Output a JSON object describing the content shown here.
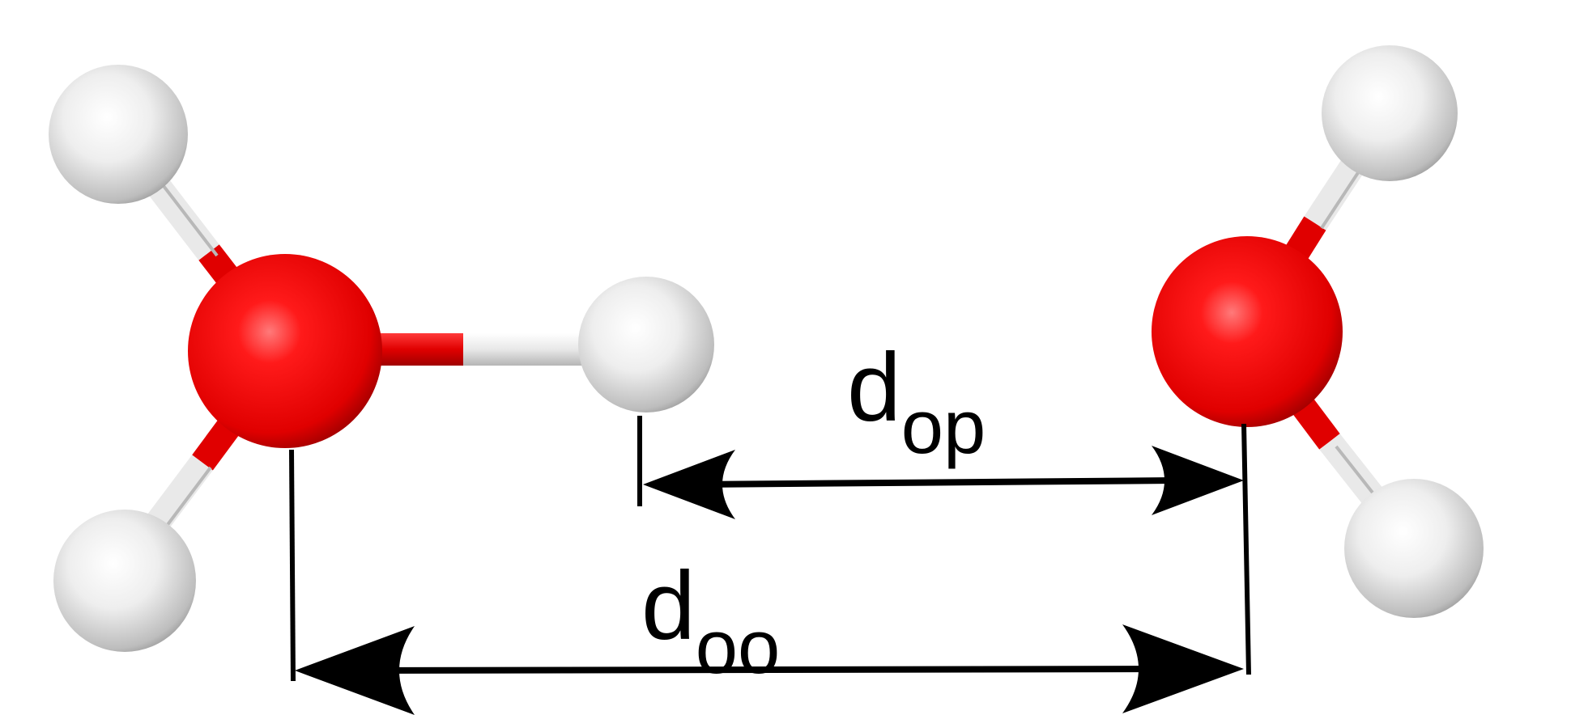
{
  "diagram": {
    "labels": {
      "d_op": {
        "main": "d",
        "sub": "op"
      },
      "d_oo": {
        "main": "d",
        "sub": "oo"
      }
    },
    "molecules": [
      {
        "name": "water-left",
        "atoms": [
          "H",
          "O",
          "H",
          "H"
        ]
      },
      {
        "name": "water-right",
        "atoms": [
          "H",
          "O",
          "H"
        ]
      }
    ]
  },
  "colors": {
    "oxygen": "#e00000",
    "hydrogen": "#e6e6e6",
    "ink": "#000000",
    "background": "#ffffff"
  }
}
